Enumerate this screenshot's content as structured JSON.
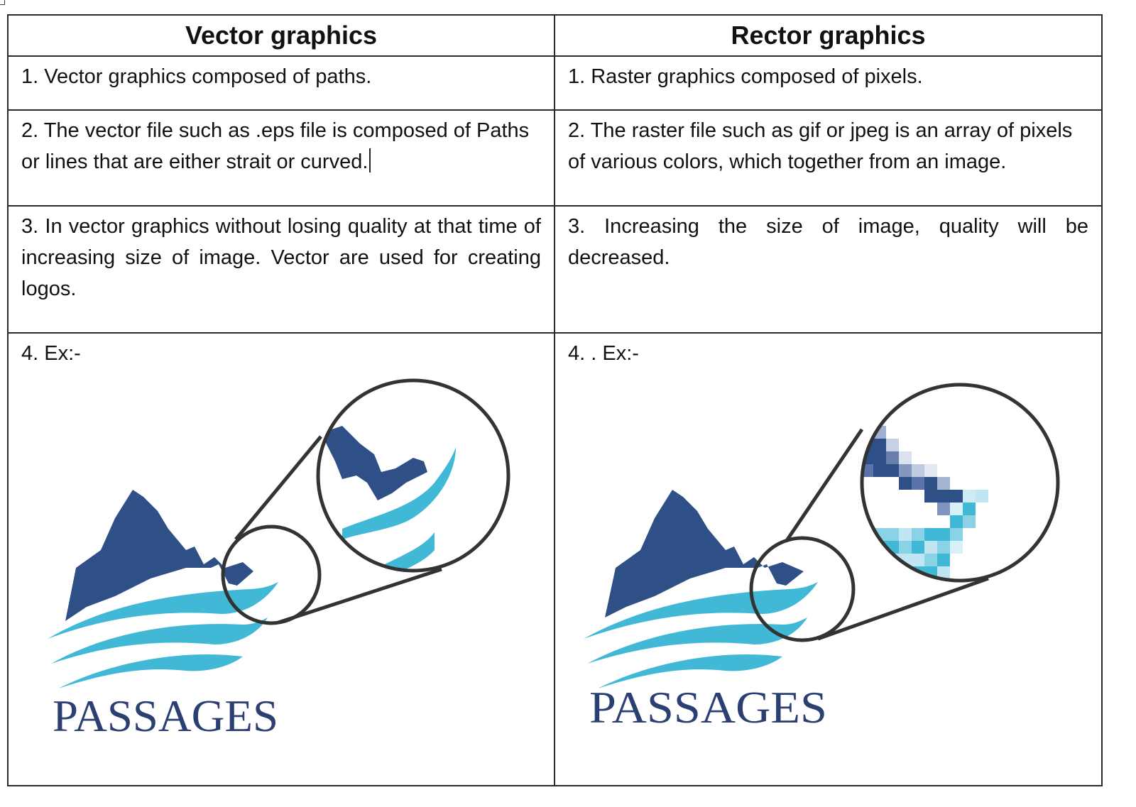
{
  "table": {
    "headers": {
      "left": "Vector graphics",
      "right": "Rector graphics"
    },
    "rows": [
      {
        "left": "1.  Vector graphics composed of paths.",
        "right": "1. Raster graphics composed of pixels."
      },
      {
        "left": "2. The vector file such as .eps file is composed of Paths or lines that are either strait or curved.",
        "right": "2. The raster file such as gif or jpeg is an array of pixels of various colors, which together from an image."
      },
      {
        "left": "3.  In vector graphics without losing quality at that time of increasing size of image. Vector are used for creating logos.",
        "right": "3.   Increasing the size of image, quality will be decreased."
      },
      {
        "left": "4. Ex:-",
        "right": "4.  . Ex:-"
      }
    ]
  },
  "logos": {
    "left_word": "PASSAGES",
    "right_word": "PASSAGES"
  },
  "colors": {
    "mountain": "#2f4f87",
    "wave": "#40b8d6",
    "wordmark": "#2b3f72",
    "border": "#2a2a2a",
    "magnifier": "#333333"
  }
}
